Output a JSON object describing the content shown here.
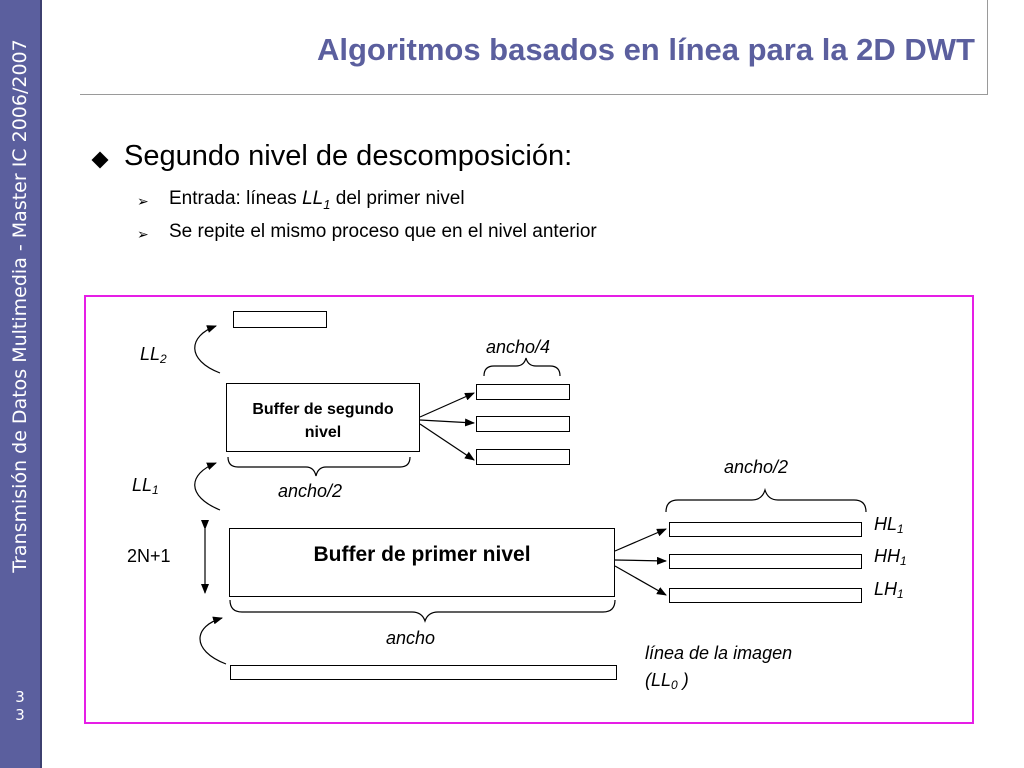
{
  "sidebar": {
    "text": "Transmisión de Datos Multimedia - Master IC 2006/2007",
    "page_number_1": "3",
    "page_number_2": "3"
  },
  "header": {
    "title": "Algoritmos basados en línea para la 2D DWT"
  },
  "content": {
    "main_bullet": "Segundo nivel de descomposición:",
    "sub1_prefix": "Entrada: líneas ",
    "sub1_var": "LL",
    "sub1_sub": "1",
    "sub1_suffix": " del primer nivel",
    "sub2": "Se repite el mismo proceso que en el nivel anterior",
    "sub_marker": "➢"
  },
  "diagram": {
    "ll2_base": "LL",
    "ll2_sub": "2",
    "ll1_base": "LL",
    "ll1_sub": "1",
    "height_label": "2N+1",
    "buffer2_line1": "Buffer de segundo",
    "buffer2_line2": "nivel",
    "buffer1": "Buffer de primer nivel",
    "ancho4": "ancho/4",
    "ancho2_left": "ancho/2",
    "ancho2_right": "ancho/2",
    "ancho": "ancho",
    "hl_base": "HL",
    "hl_sub": "1",
    "hh_base": "HH",
    "hh_sub": "1",
    "lh_base": "LH",
    "lh_sub": "1",
    "linea_line1": "línea de la imagen",
    "linea_line2_prefix": "(LL",
    "linea_line2_sub": "0",
    "linea_line2_suffix": " )",
    "frame_color": "#e61ee6"
  },
  "colors": {
    "sidebar": "#5b5f9e",
    "title": "#5b5f9e"
  }
}
